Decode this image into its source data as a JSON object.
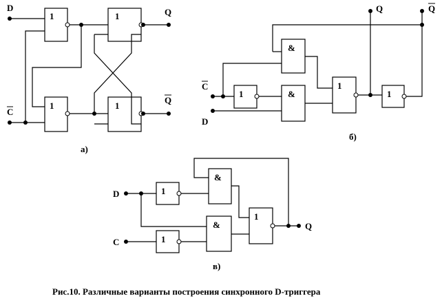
{
  "caption": "Рис.10. Различные варианты построения синхронного D-триггера",
  "diagram_a": {
    "sublabel": "а)",
    "inputs": {
      "d": "D",
      "c": "C"
    },
    "outputs": {
      "q": "Q",
      "q_inv": "Q"
    },
    "gates": {
      "or_symbol": "1"
    }
  },
  "diagram_b": {
    "sublabel": "б)",
    "inputs": {
      "c": "C",
      "d": "D"
    },
    "outputs": {
      "q": "Q",
      "q_inv": "Q"
    },
    "gates": {
      "or_symbol": "1",
      "and_symbol": "&"
    }
  },
  "diagram_c": {
    "sublabel": "в)",
    "inputs": {
      "d": "D",
      "c": "C"
    },
    "outputs": {
      "q": "Q"
    },
    "gates": {
      "or_symbol": "1",
      "and_symbol": "&"
    }
  }
}
